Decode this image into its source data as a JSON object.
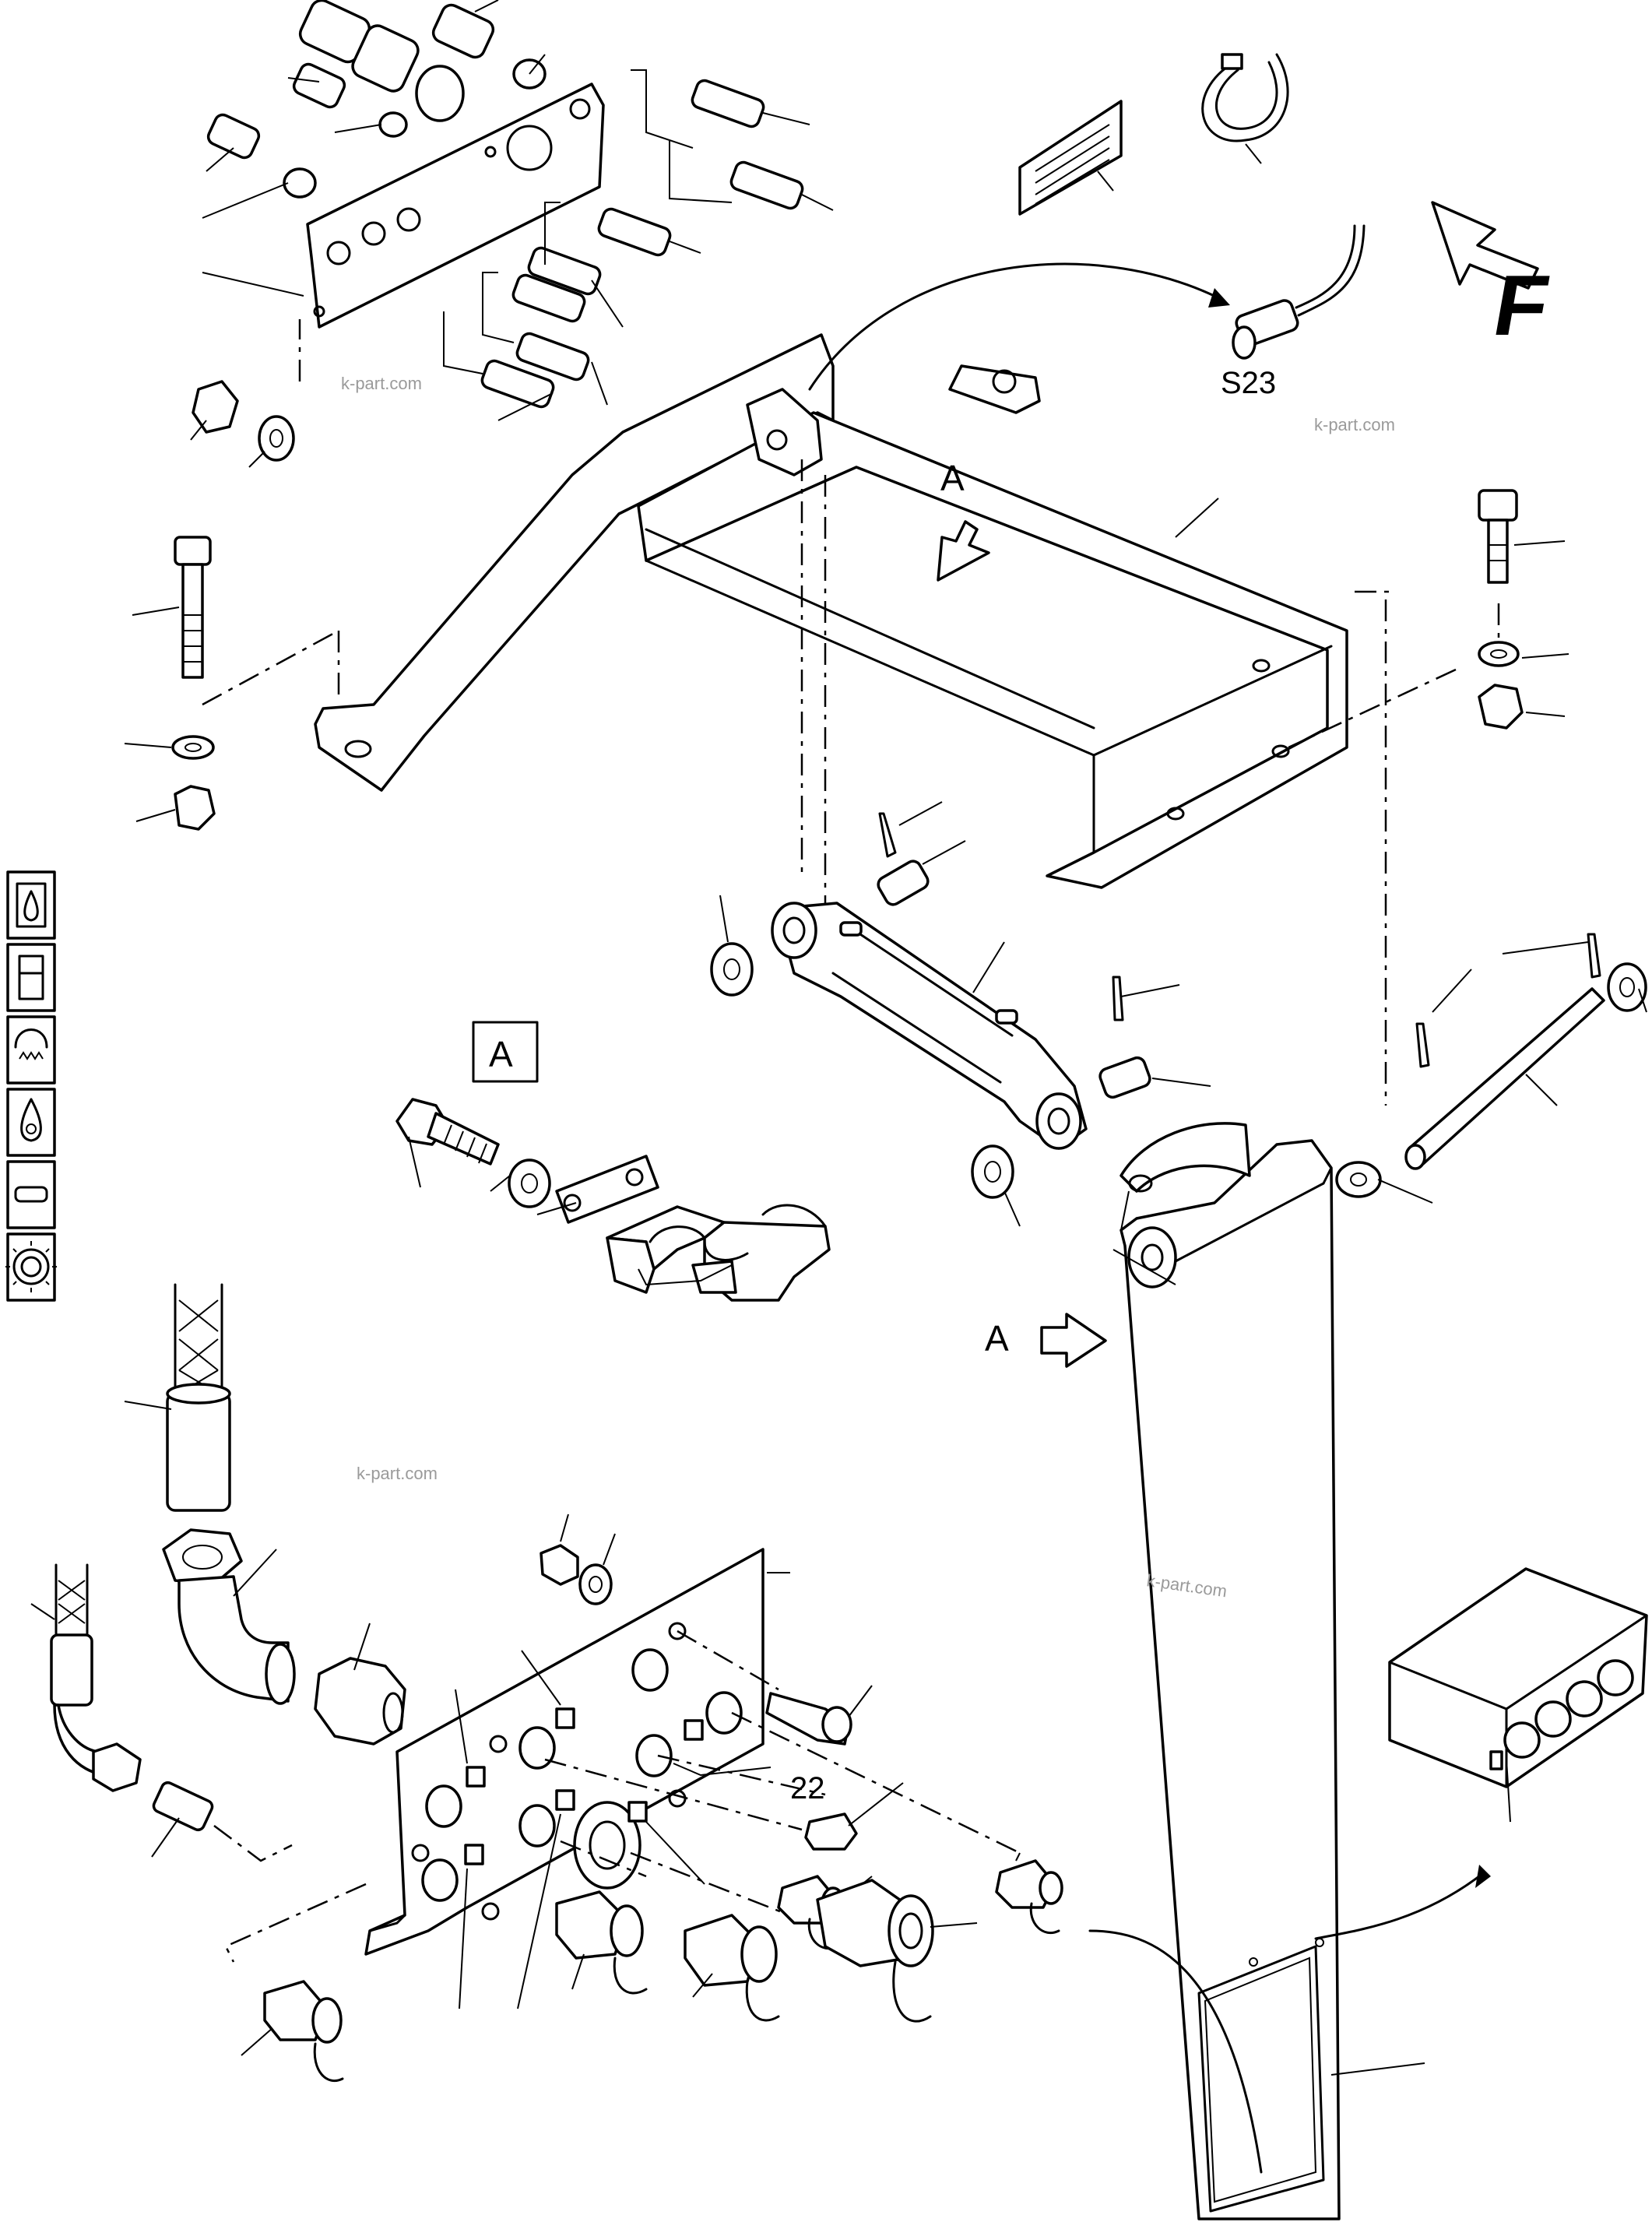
{
  "labels": {
    "view_a_frame": "A",
    "view_a_arrow": "A",
    "view_a_box": "A",
    "sensor": "S23",
    "item_22": "22",
    "forward": "F"
  },
  "watermarks": [
    "k-part.com",
    "k-part.com",
    "k-part.com",
    "k-part.com"
  ],
  "legend_icons": [
    "oil-drop-icon",
    "tank-icon",
    "heater-icon",
    "fluid-icon",
    "connector-icon",
    "gear-icon"
  ]
}
